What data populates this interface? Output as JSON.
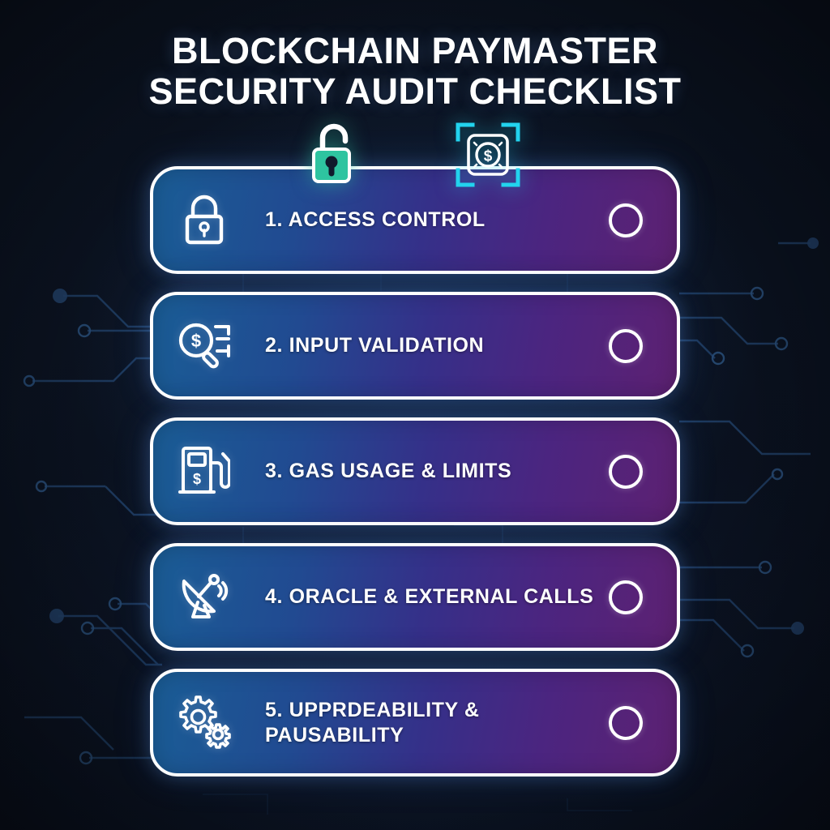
{
  "title": {
    "line1": "BLOCKCHAIN PAYMASTER",
    "line2": "SECURITY AUDIT CHECKLIST"
  },
  "header_icons": [
    {
      "name": "unlocked-padlock-icon",
      "color": "#2ec4a0"
    },
    {
      "name": "money-scan-icon",
      "color": "#22d3ee"
    }
  ],
  "colors": {
    "background": "#0c1424",
    "pill_gradient_start": "#1a5d96",
    "pill_gradient_end": "#5d2172",
    "border": "#ffffff",
    "accent_green": "#2ec4a0",
    "accent_cyan": "#22d3ee",
    "circuit_trace": "#1e3a5f"
  },
  "checklist": {
    "items": [
      {
        "number": "1.",
        "label": "1. ACCESS CONTROL",
        "icon": "padlock-icon",
        "checked": false
      },
      {
        "number": "2.",
        "label": "2. INPUT VALIDATION",
        "icon": "dollar-magnifier-icon",
        "checked": false
      },
      {
        "number": "3.",
        "label": "3. GAS USAGE & LIMITS",
        "icon": "fuel-pump-icon",
        "checked": false
      },
      {
        "number": "4.",
        "label": "4. ORACLE & EXTERNAL CALLS",
        "icon": "satellite-dish-icon",
        "checked": false
      },
      {
        "number": "5.",
        "label": "5. UPPRDEABILITY &\nPAUSABILITY",
        "icon": "gears-icon",
        "checked": false
      }
    ]
  }
}
